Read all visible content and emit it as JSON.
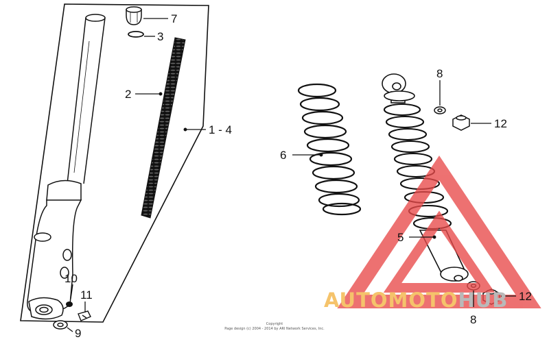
{
  "callouts": {
    "fork_assembly": "1 - 4",
    "fork_spring": "2",
    "o_ring": "3",
    "shock_absorber": "5",
    "shock_spring": "6",
    "fork_bolt": "7",
    "washer_top": "8",
    "washer_bottom": "8",
    "drain_bolt": "9",
    "drain_washer": "10",
    "axle_bolt": "11",
    "nut_top": "12",
    "nut_bottom": "12"
  },
  "watermark": {
    "part1": "AUTOMOTO",
    "part2": "HUB",
    "colors": {
      "part1": "#f5c36b",
      "part2": "#b9b9b9",
      "triangle": "#e84a4a"
    }
  },
  "copyright": {
    "line1": "Copyright",
    "line2": "Page design (c) 2004 - 2014 by ARI Network Services, Inc."
  }
}
